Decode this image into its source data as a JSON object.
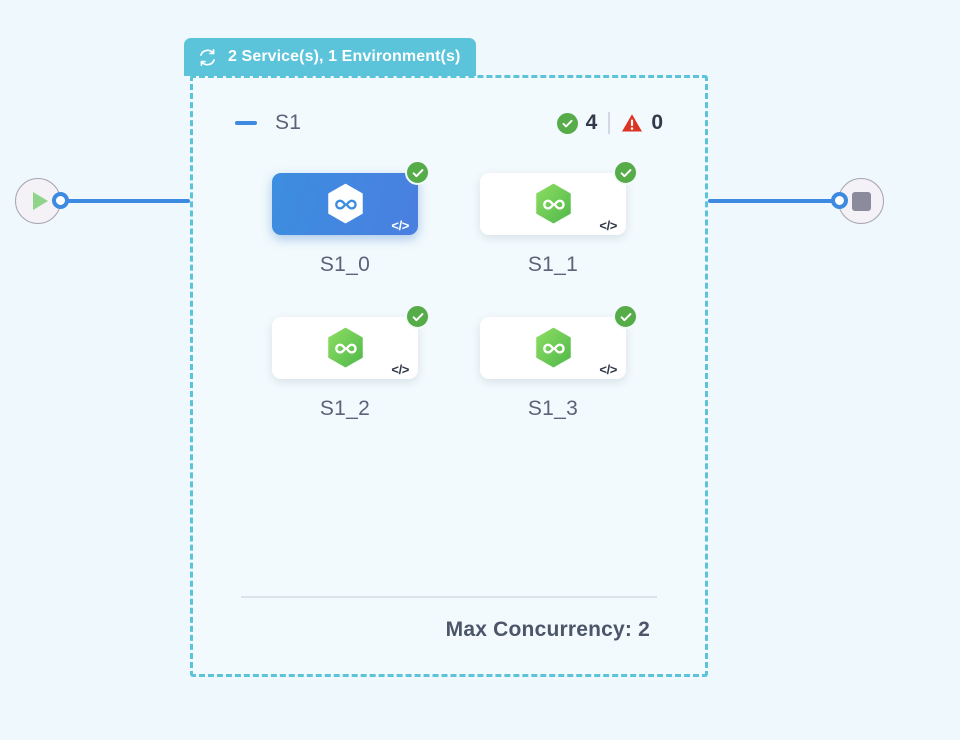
{
  "canvas": {
    "background_color": "#eff8fc"
  },
  "start_node": {
    "name": "start",
    "icon": "play-icon",
    "icon_color": "#8fd48a"
  },
  "end_node": {
    "name": "end",
    "icon": "stop-icon",
    "icon_color": "#8b8b9e"
  },
  "connectors": {
    "port_color": "#3d8ae0",
    "line_color": "#3d8ae0"
  },
  "group": {
    "tab": {
      "icon": "loop-icon",
      "label": "2 Service(s), 1 Environment(s)",
      "background_color": "#5bc4da",
      "text_color": "#ffffff"
    },
    "border_color": "#5bc4da",
    "background_color": "#f2fafd",
    "collapse_icon": "minus-icon",
    "title": "S1",
    "status": {
      "success": {
        "icon": "check-circle-icon",
        "count": "4",
        "color": "#55ac48"
      },
      "error": {
        "icon": "warning-triangle-icon",
        "count": "0",
        "color": "#dd3322"
      }
    },
    "nodes": [
      {
        "label": "S1_0",
        "icon": "hexagon-loop-icon",
        "state": "selected",
        "status_badge": "check-circle-icon",
        "code_glyph": "</>"
      },
      {
        "label": "S1_1",
        "icon": "hexagon-loop-icon",
        "state": "idle",
        "status_badge": "check-circle-icon",
        "code_glyph": "</>"
      },
      {
        "label": "S1_2",
        "icon": "hexagon-loop-icon",
        "state": "idle",
        "status_badge": "check-circle-icon",
        "code_glyph": "</>"
      },
      {
        "label": "S1_3",
        "icon": "hexagon-loop-icon",
        "state": "idle",
        "status_badge": "check-circle-icon",
        "code_glyph": "</>"
      }
    ],
    "footer": {
      "text": "Max Concurrency: 2"
    }
  }
}
